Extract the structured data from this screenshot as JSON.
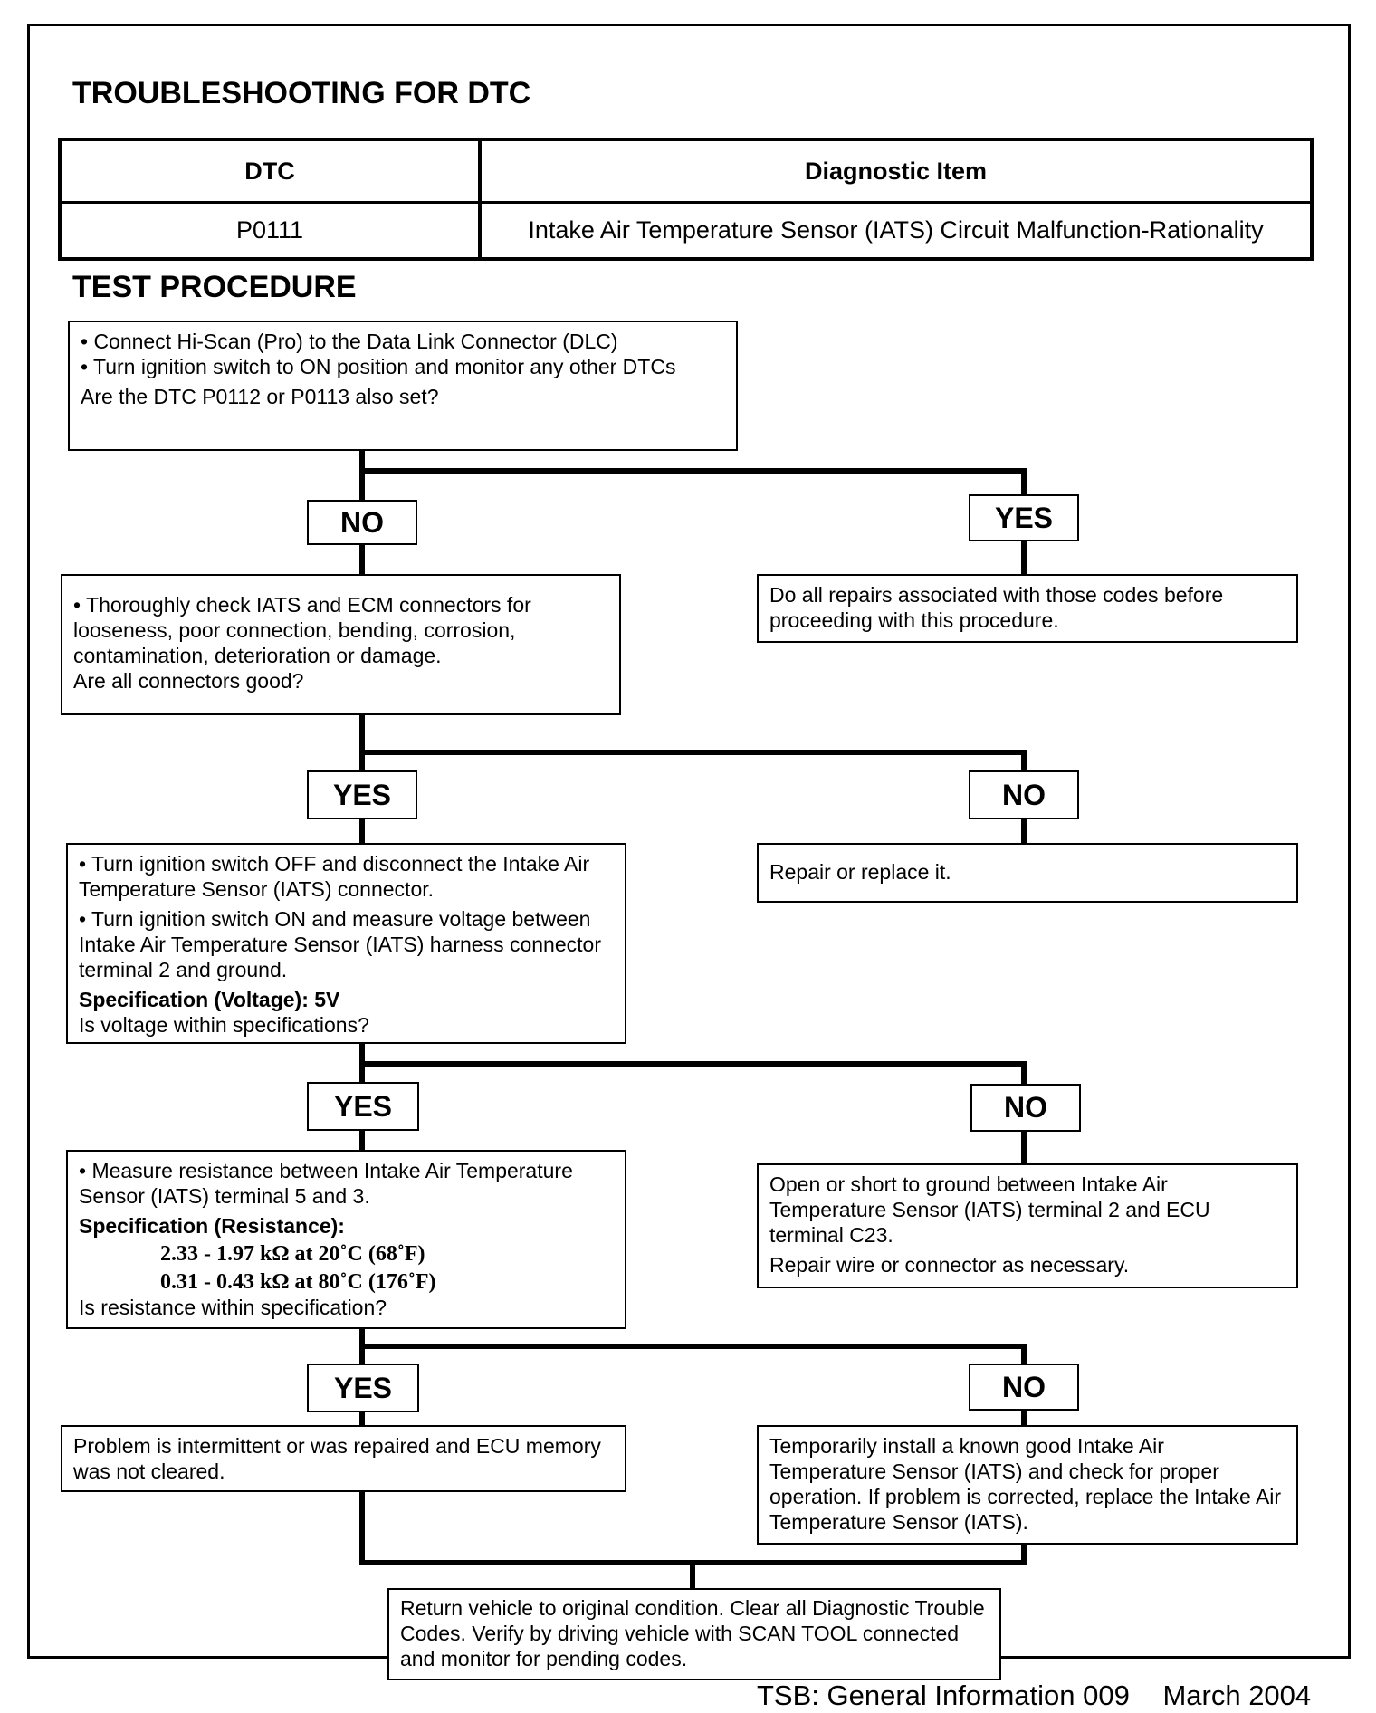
{
  "title": "TROUBLESHOOTING FOR DTC",
  "table": {
    "headers": [
      "DTC",
      "Diagnostic Item"
    ],
    "row": [
      "P0111",
      "Intake Air Temperature Sensor (IATS) Circuit Malfunction-Rationality"
    ]
  },
  "section_title": "TEST PROCEDURE",
  "step1": {
    "line1": "• Connect Hi-Scan (Pro) to the Data Link Connector (DLC)",
    "line2": "• Turn ignition switch to ON position and monitor any other DTCs",
    "question": "Are the DTC P0112 or P0113 also set?"
  },
  "step2": {
    "text": "• Thoroughly check IATS and ECM connectors for looseness, poor connection, bending, corrosion, contamination, deterioration or damage.",
    "question": "Are all connectors good?"
  },
  "step3": {
    "b1": "• Turn ignition switch OFF and disconnect the Intake Air Temperature Sensor (IATS) connector.",
    "b2": "• Turn ignition switch ON and measure voltage between Intake Air Temperature Sensor (IATS) harness connector terminal 2 and ground.",
    "spec": "Specification (Voltage): 5V",
    "question": "Is voltage within specifications?"
  },
  "step4": {
    "b1": "• Measure resistance between Intake Air Temperature Sensor (IATS) terminal 5 and 3.",
    "spec_title": "Specification (Resistance):",
    "spec1": "2.33 - 1.97 kΩ at 20˚C (68˚F)",
    "spec2": "0.31 - 0.43 kΩ at 80˚C (176˚F)",
    "question": "Is resistance within specification?"
  },
  "labels": {
    "yes": "YES",
    "no": "NO"
  },
  "outcomes": {
    "repair_codes": "Do all repairs associated with those codes before proceeding with this procedure.",
    "repair_replace": "Repair or replace it.",
    "open_short": "Open or short to ground between Intake Air Temperature Sensor (IATS) terminal 2 and ECU terminal C23.",
    "open_short_action": "Repair wire or connector as necessary.",
    "intermittent": "Problem is intermittent or was repaired and ECU memory was not cleared.",
    "temp_install": "Temporarily install a known good Intake Air Temperature Sensor (IATS) and check for proper operation. If problem is corrected, replace the Intake Air Temperature Sensor (IATS).",
    "final": "Return vehicle to original condition. Clear all Diagnostic Trouble Codes. Verify by driving vehicle with SCAN TOOL connected and monitor for pending codes."
  },
  "footer": {
    "tsb": "TSB: General Information 009",
    "date": "March 2004"
  }
}
